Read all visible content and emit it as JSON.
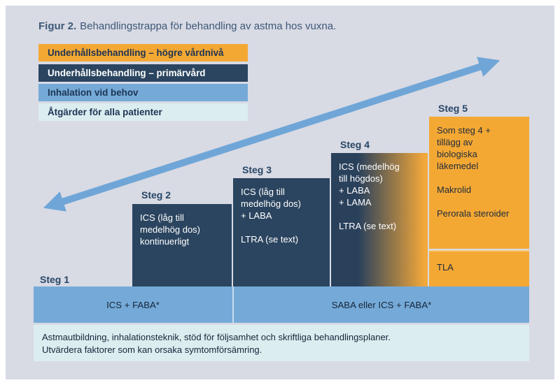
{
  "title": {
    "number": "Figur 2.",
    "caption": "Behandlingstrappa för behandling av astma hos vuxna."
  },
  "legend": {
    "items": [
      {
        "label": "Underhållsbehandling – högre vårdnivå",
        "color": "#f4a834"
      },
      {
        "label": "Underhållsbehandling – primärvård",
        "color": "#2b4560"
      },
      {
        "label": "Inhalation vid behov",
        "color": "#75aad8"
      },
      {
        "label": "Åtgärder för alla patienter",
        "color": "#dcedf0"
      }
    ]
  },
  "steps": [
    {
      "label": "Steg 1"
    },
    {
      "label": "Steg 2",
      "text": "ICS (låg till\nmedelhög dos)\nkontinuerligt"
    },
    {
      "label": "Steg 3",
      "text": "ICS (låg till\nmedelhög dos)\n+ LABA\n\nLTRA (se text)"
    },
    {
      "label": "Steg 4",
      "text": "ICS (medelhög\ntill högdos)\n+ LABA\n+ LAMA\n\nLTRA (se text)"
    },
    {
      "label": "Steg 5",
      "text": "Som steg 4 +\ntillägg av\nbiologiska\nläkemedel\n\nMakrolid\n\nPerorala steroider",
      "extra": "TLA"
    }
  ],
  "reliever_bar": {
    "left": "ICS + FABA*",
    "right": "SABA eller ICS + FABA*"
  },
  "base_box": {
    "text": "Astmautbildning, inhalationsteknik, stöd för följsamhet och skriftliga behandlingsplaner.\nUtvärdera faktorer som kan orsaka symtomförsämring."
  },
  "colors": {
    "panel_bg": "#d8dae4",
    "orange": "#f4a834",
    "navy": "#2b4560",
    "blue": "#75aad8",
    "ice": "#dcedf0",
    "arrow": "#6fa6d7",
    "step4_gradient_from": "#2a415c",
    "step4_gradient_to": "#f3a83a"
  }
}
